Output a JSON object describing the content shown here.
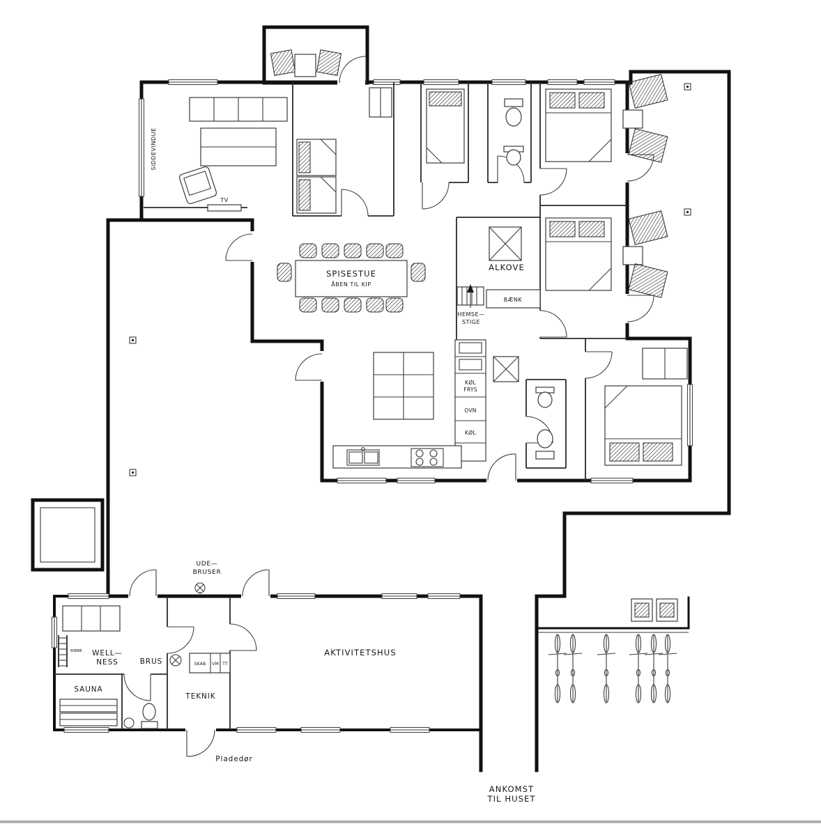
{
  "meta": {
    "type": "architectural-floor-plan",
    "language": "da"
  },
  "colors": {
    "wall": "#111111",
    "thin_line": "#3a3a3a",
    "text": "#161616",
    "background": "#ffffff",
    "page_edge": "#b0b0b0"
  },
  "labels": {
    "siddevindue": "SIDDEVINDUE",
    "tv": "TV",
    "spisestue": "SPISESTUE",
    "aaben_til_kip": "ÅBEN TIL KIP",
    "alkove": "ALKOVE",
    "baenk": "BÆNK",
    "hemse": "HEMSE—",
    "stige": "STIGE",
    "koel_frys_1": "KØL",
    "koel_frys_2": "FRYS",
    "ovn": "OVN",
    "koel": "KØL",
    "ude": "UDE—",
    "bruser": "BRUSER",
    "well": "WELL—",
    "ness": "NESS",
    "ribbe": "RIBBE",
    "brus": "BRUS",
    "skab": "SKAB",
    "vm": "VM",
    "tt": "TT",
    "sauna": "SAUNA",
    "teknik": "TEKNIK",
    "aktivitetshus": "AKTIVITETSHUS",
    "pladedoer": "Pladedør",
    "ankomst": "ANKOMST",
    "til_huset": "TIL HUSET"
  }
}
